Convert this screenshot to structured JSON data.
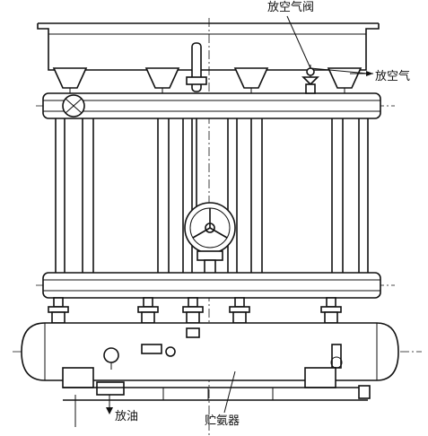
{
  "labels": {
    "vent_valve": "放空气阀",
    "vent_air": "放空气",
    "drain_oil": "放油",
    "receiver": "贮氨器"
  }
}
